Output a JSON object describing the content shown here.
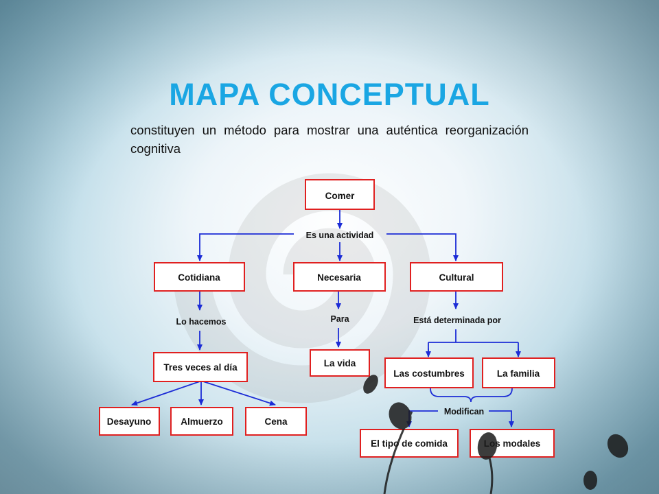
{
  "header": {
    "title": "MAPA CONCEPTUAL",
    "subtitle": "constituyen un método para mostrar una auténtica reorganización cognitiva"
  },
  "nodes": {
    "comer": "Comer",
    "cotidiana": "Cotidiana",
    "necesaria": "Necesaria",
    "cultural": "Cultural",
    "tres_veces": "Tres veces al día",
    "la_vida": "La vida",
    "costumbres": "Las costumbres",
    "familia": "La familia",
    "desayuno": "Desayuno",
    "almuerzo": "Almuerzo",
    "cena": "Cena",
    "tipo_comida": "El tipo de comida",
    "modales": "Los modales"
  },
  "links": {
    "es_actividad": "Es una actividad",
    "lo_hacemos": "Lo hacemos",
    "para": "Para",
    "determinada": "Está determinada por",
    "modifican": "Modifican"
  },
  "colors": {
    "title": "#1aa6e3",
    "node_border": "#e02020",
    "arrow": "#1c2cd6"
  }
}
